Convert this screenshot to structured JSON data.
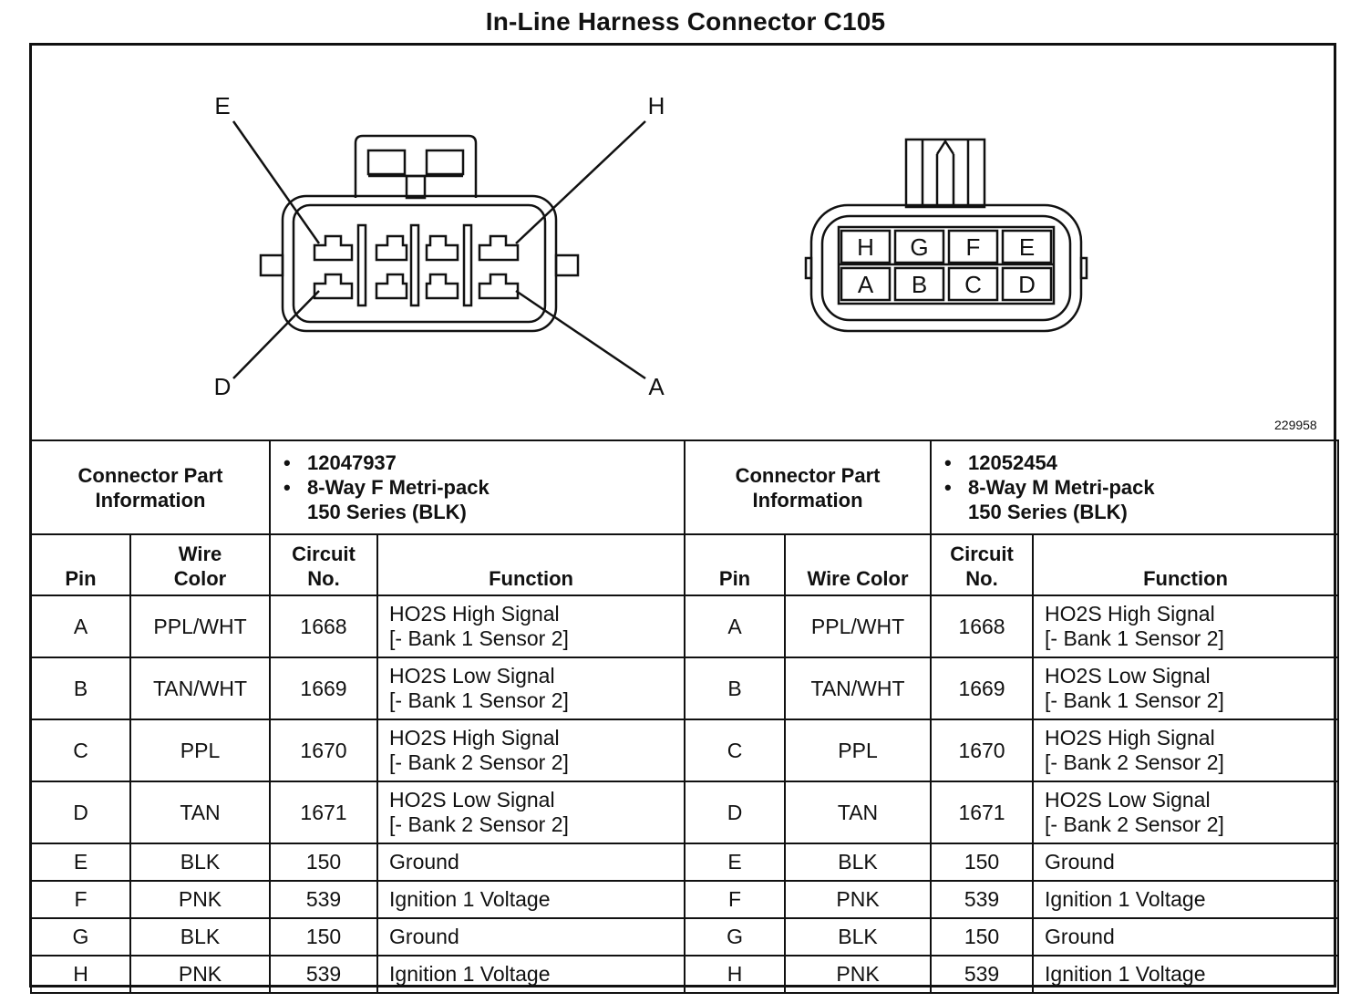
{
  "title": "In-Line Harness Connector C105",
  "figure_id": "229958",
  "female_connector": {
    "callouts": [
      "E",
      "H",
      "D",
      "A"
    ]
  },
  "male_connector": {
    "top_row": [
      "H",
      "G",
      "F",
      "E"
    ],
    "bottom_row": [
      "A",
      "B",
      "C",
      "D"
    ]
  },
  "left": {
    "info_label_1": "Connector Part",
    "info_label_2": "Information",
    "part_number": "12047937",
    "desc_line1": "8-Way F Metri-pack",
    "desc_line2": "150 Series (BLK)",
    "headers": {
      "pin": "Pin",
      "wire1": "Wire",
      "wire2": "Color",
      "circ1": "Circuit",
      "circ2": "No.",
      "function": "Function"
    },
    "rows": [
      {
        "pin": "A",
        "wire": "PPL/WHT",
        "circuit": "1668",
        "f1": "HO2S High Signal",
        "f2": "[- Bank 1 Sensor 2]"
      },
      {
        "pin": "B",
        "wire": "TAN/WHT",
        "circuit": "1669",
        "f1": "HO2S Low Signal",
        "f2": "[- Bank 1 Sensor 2]"
      },
      {
        "pin": "C",
        "wire": "PPL",
        "circuit": "1670",
        "f1": "HO2S High Signal",
        "f2": "[- Bank 2 Sensor 2]"
      },
      {
        "pin": "D",
        "wire": "TAN",
        "circuit": "1671",
        "f1": "HO2S Low Signal",
        "f2": "[- Bank 2 Sensor 2]"
      },
      {
        "pin": "E",
        "wire": "BLK",
        "circuit": "150",
        "f1": "Ground",
        "f2": ""
      },
      {
        "pin": "F",
        "wire": "PNK",
        "circuit": "539",
        "f1": "Ignition 1 Voltage",
        "f2": ""
      },
      {
        "pin": "G",
        "wire": "BLK",
        "circuit": "150",
        "f1": "Ground",
        "f2": ""
      },
      {
        "pin": "H",
        "wire": "PNK",
        "circuit": "539",
        "f1": "Ignition 1 Voltage",
        "f2": ""
      }
    ]
  },
  "right": {
    "info_label_1": "Connector Part",
    "info_label_2": "Information",
    "part_number": "12052454",
    "desc_line1": "8-Way M Metri-pack",
    "desc_line2": "150 Series (BLK)",
    "headers": {
      "pin": "Pin",
      "wire": "Wire Color",
      "circ1": "Circuit",
      "circ2": "No.",
      "function": "Function"
    },
    "rows": [
      {
        "pin": "A",
        "wire": "PPL/WHT",
        "circuit": "1668",
        "f1": "HO2S High Signal",
        "f2": "[- Bank 1 Sensor 2]"
      },
      {
        "pin": "B",
        "wire": "TAN/WHT",
        "circuit": "1669",
        "f1": "HO2S Low Signal",
        "f2": "[- Bank 1 Sensor 2]"
      },
      {
        "pin": "C",
        "wire": "PPL",
        "circuit": "1670",
        "f1": "HO2S High Signal",
        "f2": "[- Bank 2 Sensor 2]"
      },
      {
        "pin": "D",
        "wire": "TAN",
        "circuit": "1671",
        "f1": "HO2S Low Signal",
        "f2": "[- Bank 2 Sensor 2]"
      },
      {
        "pin": "E",
        "wire": "BLK",
        "circuit": "150",
        "f1": "Ground",
        "f2": ""
      },
      {
        "pin": "F",
        "wire": "PNK",
        "circuit": "539",
        "f1": "Ignition 1 Voltage",
        "f2": ""
      },
      {
        "pin": "G",
        "wire": "BLK",
        "circuit": "150",
        "f1": "Ground",
        "f2": ""
      },
      {
        "pin": "H",
        "wire": "PNK",
        "circuit": "539",
        "f1": "Ignition 1 Voltage",
        "f2": ""
      }
    ]
  }
}
